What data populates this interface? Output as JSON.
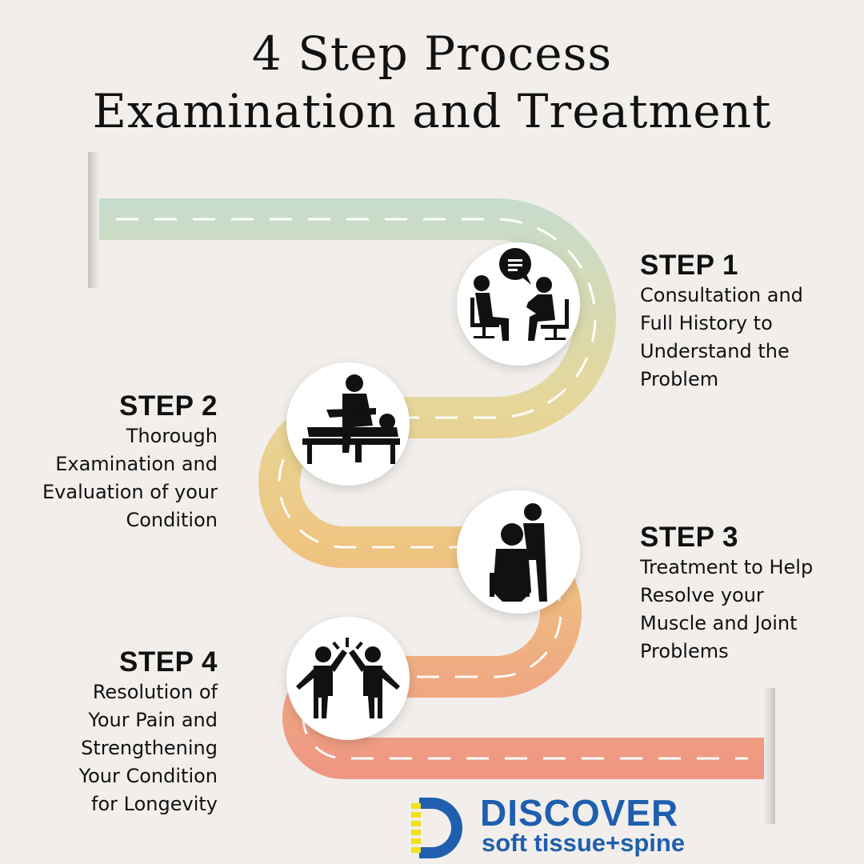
{
  "title": {
    "line1": "4 Step Process",
    "line2": "Examination and Treatment"
  },
  "steps": [
    {
      "heading": "STEP 1",
      "description": "Consultation and\nFull History to\nUnderstand the\nProblem",
      "icon": "consultation-icon"
    },
    {
      "heading": "STEP 2",
      "description": "Thorough\nExamination and\nEvaluation of your\nCondition",
      "icon": "examination-icon"
    },
    {
      "heading": "STEP 3",
      "description": "Treatment to Help\nResolve your\nMuscle and Joint\nProblems",
      "icon": "treatment-icon"
    },
    {
      "heading": "STEP 4",
      "description": "Resolution of\nYour Pain and\nStrengthening\nYour Condition\nfor Longevity",
      "icon": "high-five-icon"
    }
  ],
  "logo": {
    "name": "DISCOVER",
    "tagline": "soft tissue+spine",
    "icon": "discover-logo-icon"
  },
  "colors": {
    "background": "#f1eeeb",
    "road_start": "#c9dccd",
    "road_mid": "#eccf86",
    "road_end": "#ec9a86",
    "logo_blue": "#1f5fae",
    "logo_yellow": "#f2e21a"
  }
}
